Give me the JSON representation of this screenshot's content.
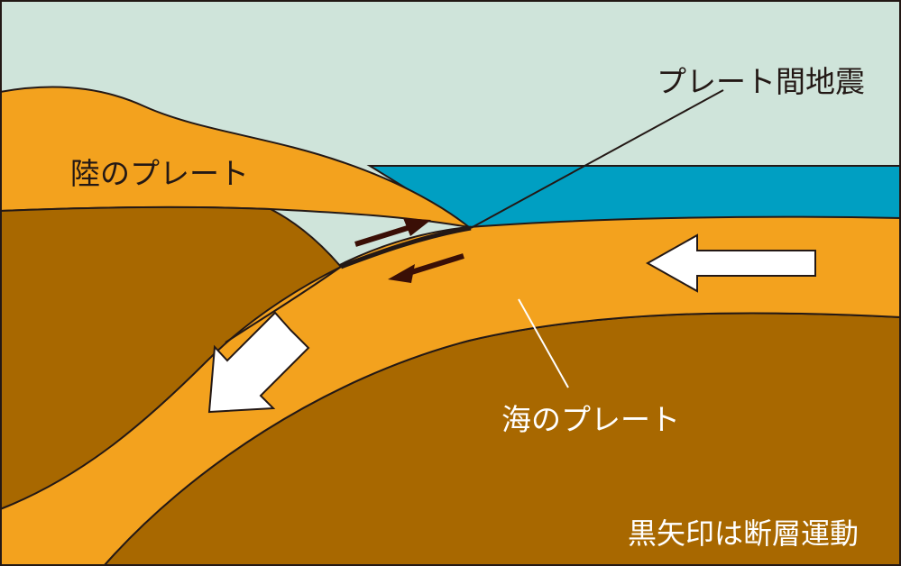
{
  "colors": {
    "sky": "#cfe4da",
    "sea": "#009fc2",
    "plate_light": "#f3a21e",
    "plate_dark": "#a86800",
    "outline": "#231815",
    "fault_arrow": "#3a0f06",
    "motion_arrow": "#ffffff"
  },
  "labels": {
    "interplate_earthquake": "プレート間地震",
    "continental_plate": "陸のプレート",
    "oceanic_plate": "海のプレート",
    "note": "黒矢印は断層運動"
  },
  "icons": {
    "plate_motion": "white-arrow-icon",
    "fault_motion": "black-arrow-icon"
  }
}
